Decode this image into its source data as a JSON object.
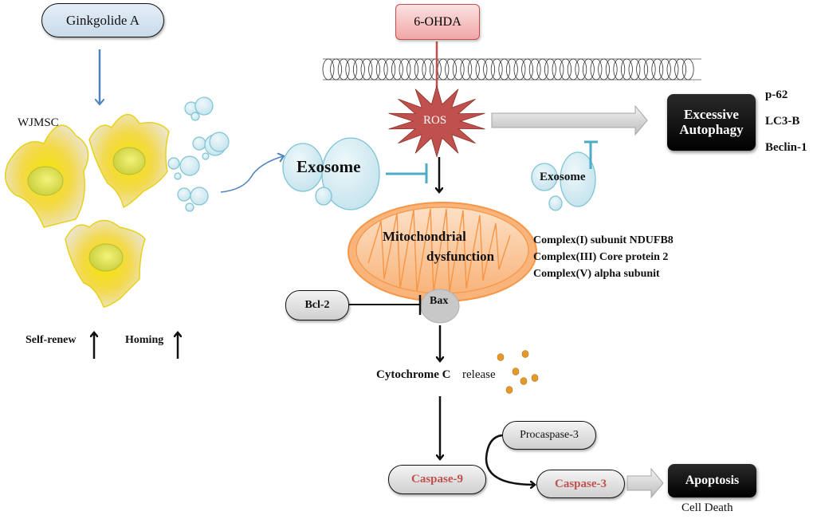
{
  "diagram": {
    "inputs": {
      "ginkgolide": "Ginkgolide A",
      "toxin": "6-OHDA"
    },
    "cells": {
      "label": "WJMSC",
      "effects": [
        {
          "label": "Self-renew",
          "direction": "up"
        },
        {
          "label": "Homing",
          "direction": "up"
        }
      ]
    },
    "exosome_main": "Exosome",
    "exosome_secondary": "Exosome",
    "ros": "ROS",
    "autophagy": {
      "title_line1": "Excessive",
      "title_line2": "Autophagy",
      "markers": [
        "p-62",
        "LC3-B",
        "Beclin-1"
      ]
    },
    "mitochondria": {
      "line1": "Mitochondrial",
      "line2": "dysfunction",
      "complexes": [
        "Complex(I) subunit NDUFB8",
        "Complex(III) Core protein 2",
        "Complex(V) alpha subunit"
      ]
    },
    "bcl2": "Bcl-2",
    "bax": "Bax",
    "cytochrome": {
      "name": "Cytochrome C",
      "action": "release"
    },
    "caspase9": "Caspase-9",
    "procaspase3": "Procaspase-3",
    "caspase3": "Caspase-3",
    "apoptosis": {
      "title": "Apoptosis",
      "caption": "Cell Death"
    },
    "colors": {
      "ros": "#c0504d",
      "exosome_text": "#31849b",
      "exosome_fill": "#dbeef4",
      "inhibit_line": "#4bacc6",
      "mito_fill": "#fbc08f",
      "mito_stroke": "#f79646",
      "cell_fill": "#f2e6a0",
      "cell_stroke": "#e6d21a",
      "arrow_blue": "#4f81bd",
      "arrow_red": "#c0504d"
    }
  }
}
